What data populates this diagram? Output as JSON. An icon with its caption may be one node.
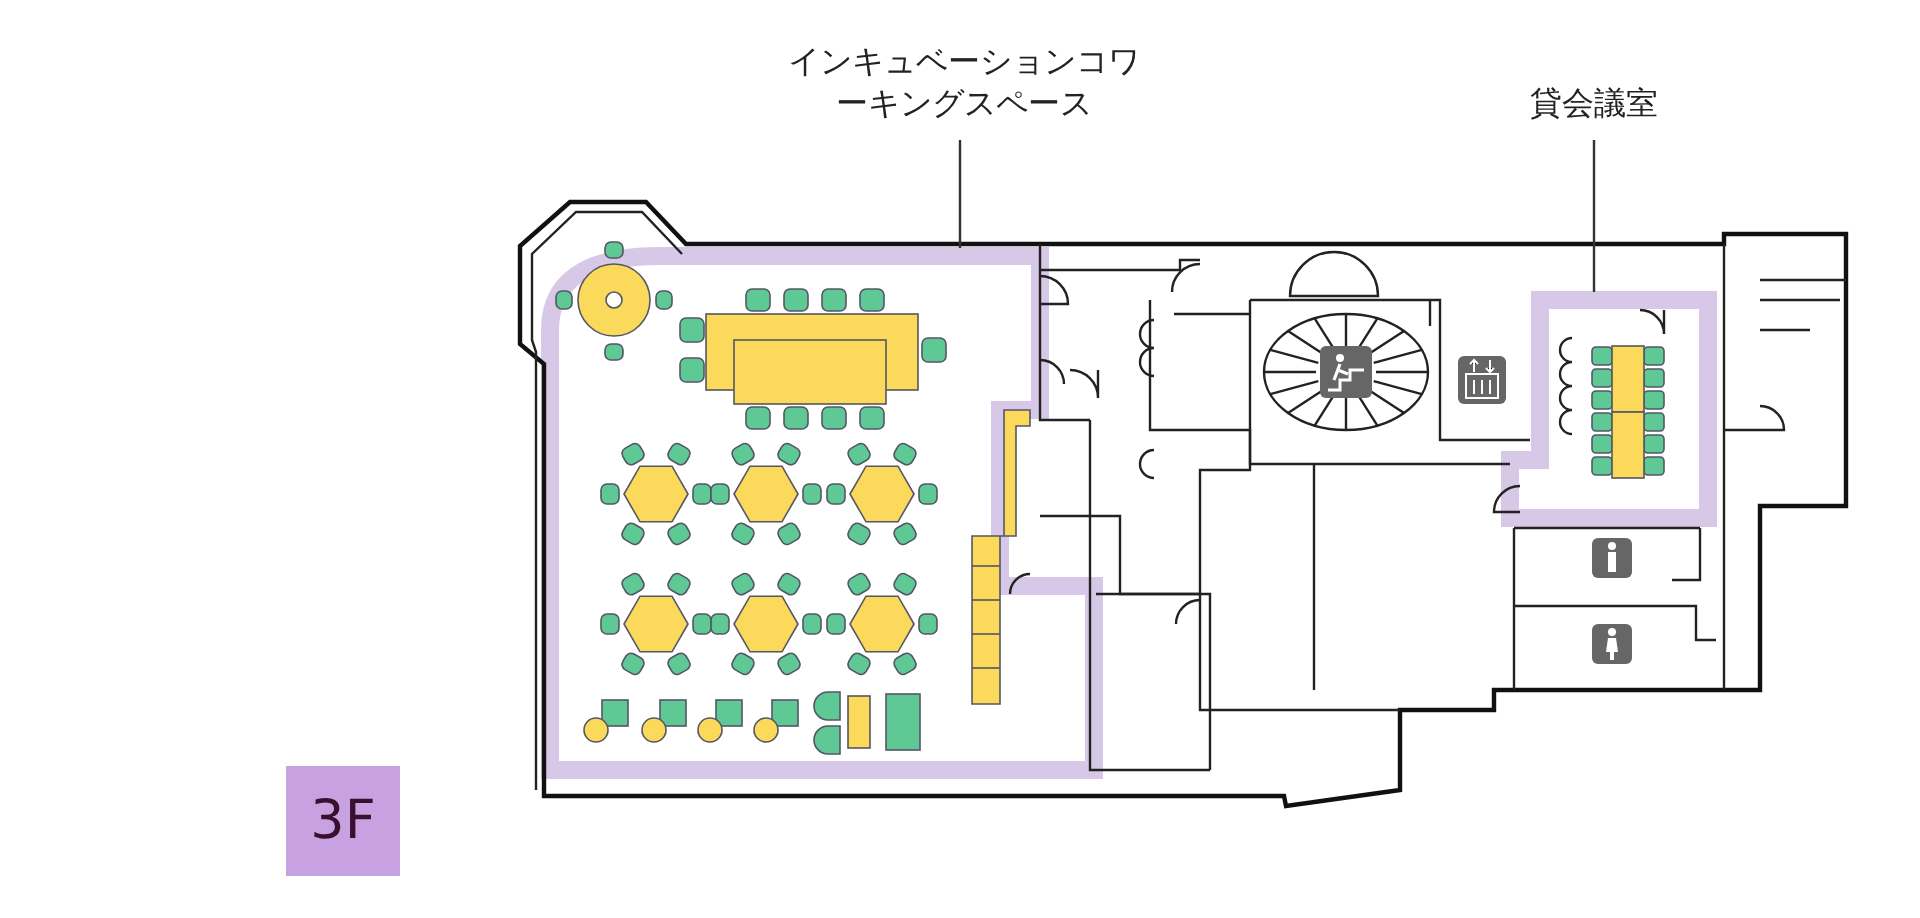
{
  "diagram": {
    "nodes": [
      {
        "text": [
          "インキュベーションコワーキングスペース"
        ]
      },
      {
        "text": [],
        "shape": "box"
      },
      {
        "text": [
          "貸会議室"
        ]
      },
      {
        "text": [],
        "shape": "box"
      },
      {
        "text": [
          "3F"
        ]
      }
    ],
    "edges": [
      {
        "from": 0,
        "to": 1,
        "arrow": "none"
      },
      {
        "from": 2,
        "to": 3,
        "arrow": "none"
      }
    ]
  }
}
